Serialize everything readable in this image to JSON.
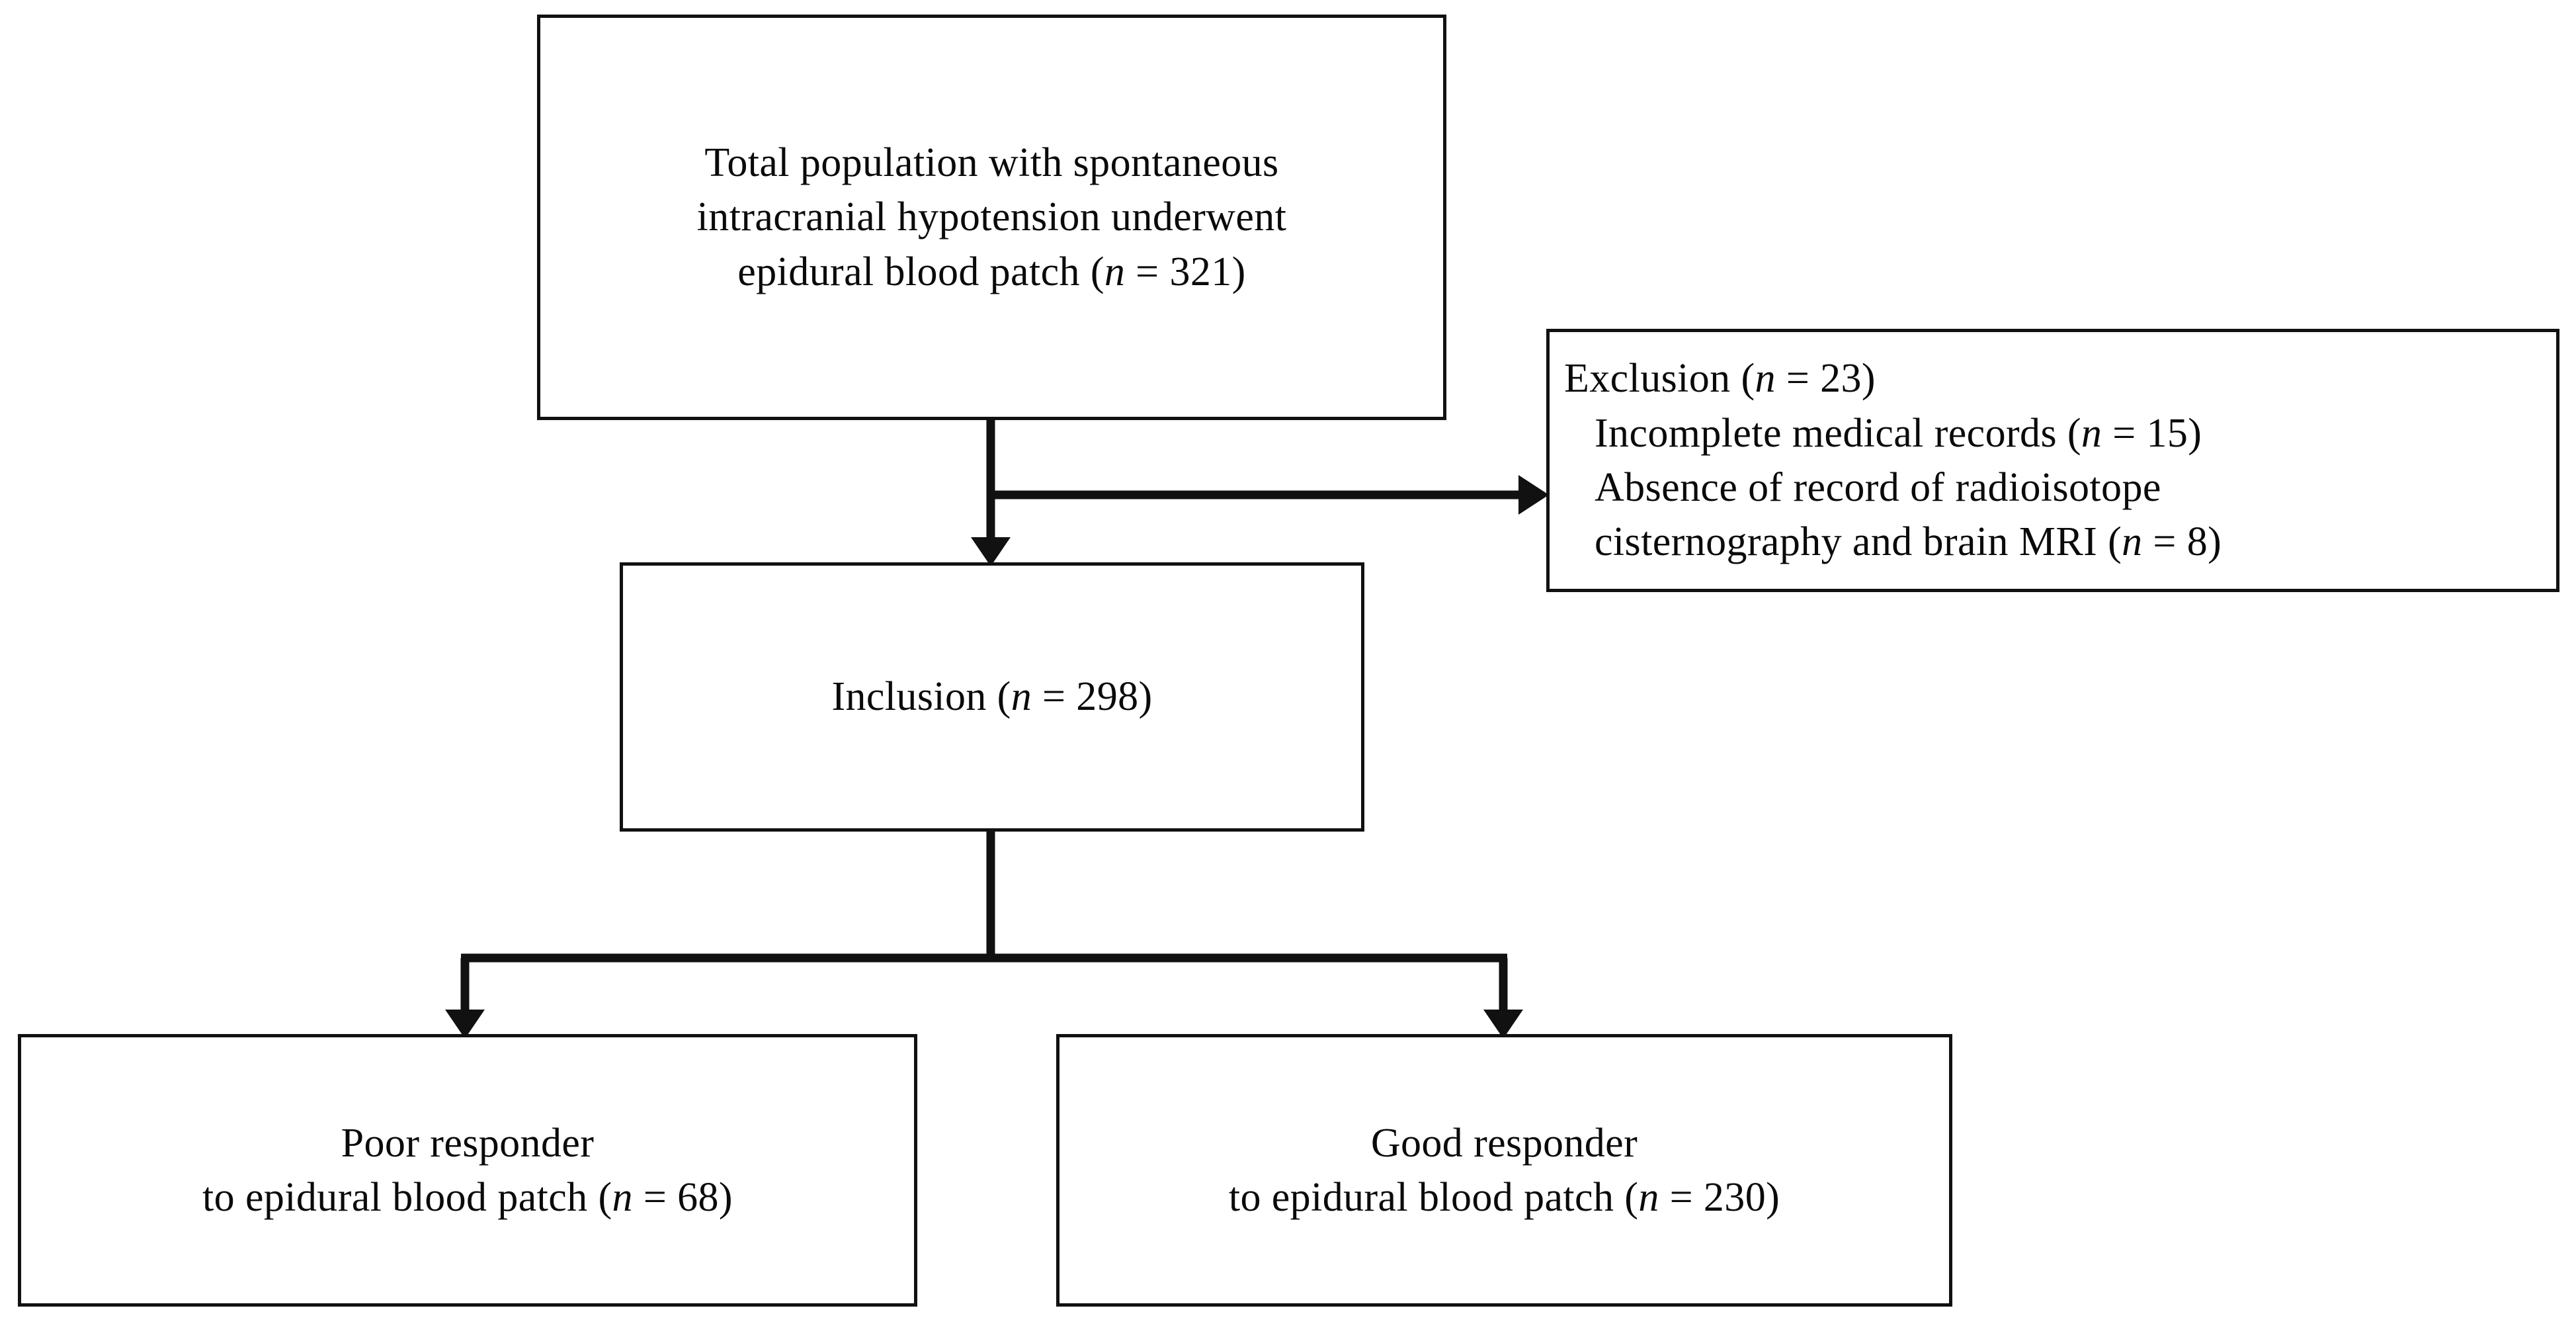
{
  "diagram": {
    "title": "Study population flow diagram",
    "stroke_color": "#111111",
    "background_color": "#ffffff",
    "nodes": {
      "total_population": {
        "id": "total-population",
        "line1": "Total population with spontaneous",
        "line2": "intracranial hypotension underwent",
        "line3_prefix": "epidural blood patch (",
        "line3_italic": "n",
        "line3_suffix": " = 321)",
        "n": 321
      },
      "exclusion": {
        "id": "exclusion",
        "line1_prefix": "Exclusion (",
        "line1_italic": "n",
        "line1_suffix": " = 23)",
        "line2_prefix": "Incomplete medical records (",
        "line2_italic": "n",
        "line2_suffix": " = 15)",
        "line3": "Absence of record of radioisotope",
        "line4_prefix": "cisternography and brain MRI (",
        "line4_italic": "n",
        "line4_suffix": " = 8)",
        "n_total": 23,
        "n_incomplete_records": 15,
        "n_absent_imaging": 8
      },
      "inclusion": {
        "id": "inclusion",
        "line1_prefix": "Inclusion (",
        "line1_italic": "n",
        "line1_suffix": " = 298)",
        "n": 298
      },
      "poor_responder": {
        "id": "poor-responder",
        "line1": "Poor responder",
        "line2_prefix": "to epidural blood patch (",
        "line2_italic": "n",
        "line2_suffix": " = 68)",
        "n": 68
      },
      "good_responder": {
        "id": "good-responder",
        "line1": "Good responder",
        "line2_prefix": "to epidural blood patch (",
        "line2_italic": "n",
        "line2_suffix": " = 230)",
        "n": 230
      }
    },
    "edges": [
      {
        "from": "total-population",
        "to": "inclusion",
        "kind": "vertical-arrow"
      },
      {
        "from": "total-population",
        "to": "exclusion",
        "kind": "right-branch-arrow"
      },
      {
        "from": "inclusion",
        "to": "poor-responder",
        "kind": "split-down-arrow"
      },
      {
        "from": "inclusion",
        "to": "good-responder",
        "kind": "split-down-arrow"
      }
    ]
  }
}
